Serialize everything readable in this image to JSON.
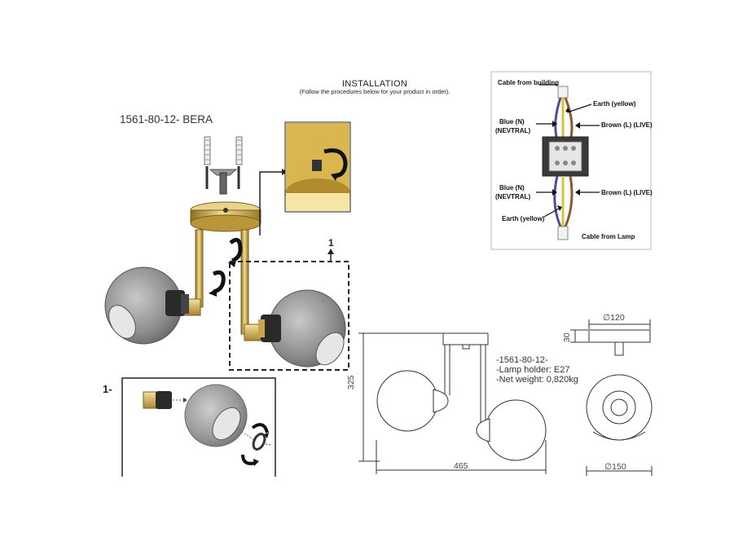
{
  "header": {
    "title": "INSTALLATION",
    "subtitle": "(Follow the procedures below for your product in order)."
  },
  "model_code": "1561-80-12- BERA",
  "callout": {
    "number": "1",
    "step_label": "1-"
  },
  "wiring": {
    "cable_from_building": "Cable from building",
    "earth_top": "Earth (yellow)",
    "blue_top_line1": "Blue (N)",
    "blue_top_line2": "(NEVTRAL)",
    "brown_top": "Brown (L) (LIVE)",
    "blue_bottom_line1": "Blue (N)",
    "blue_bottom_line2": "(NEVTRAL)",
    "brown_bottom": "Brown (L) (LIVE)",
    "earth_bottom": "Earth (yellow)",
    "cable_from_lamp": "Cable from Lamp"
  },
  "specs": {
    "line1": "-1561-80-12-",
    "line2": "-Lamp holder: E27",
    "line3": "-Net weight: 0,820kg"
  },
  "dimensions": {
    "width": "465",
    "height": "325",
    "canopy_diameter": "∅120",
    "canopy_height": "30",
    "shade_diameter": "∅150"
  },
  "colors": {
    "brass": "#c9a64a",
    "glass": "#8e8e8e",
    "earth_wire": "#d8c23a",
    "neutral_wire": "#4a4fa0",
    "live_wire": "#8a5a2b"
  }
}
